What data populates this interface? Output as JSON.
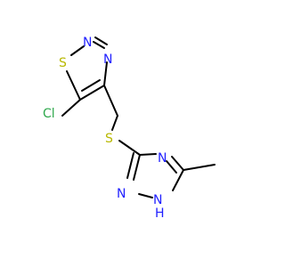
{
  "colors": {
    "S": "#b8b800",
    "N": "#1f1fff",
    "Cl": "#2ea84c",
    "bond": "#000000"
  },
  "atoms": {
    "s_ring": {
      "text": "S",
      "element": "S"
    },
    "n2": {
      "text": "N",
      "element": "N"
    },
    "n3": {
      "text": "N",
      "element": "N"
    },
    "cl": {
      "text": "Cl",
      "element": "Cl"
    },
    "s_link": {
      "text": "S",
      "element": "S"
    },
    "n_top": {
      "text": "N",
      "element": "N"
    },
    "n_left": {
      "text": "N",
      "element": "N"
    },
    "nh": {
      "text": "H",
      "element": "N"
    },
    "nh_n": {
      "text": "N",
      "element": "N"
    }
  }
}
